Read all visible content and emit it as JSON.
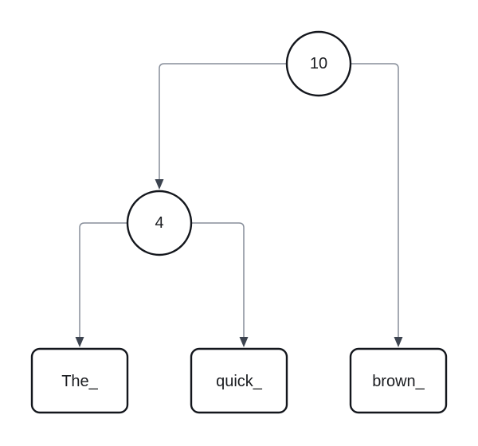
{
  "diagram": {
    "type": "tree",
    "background": "#ffffff",
    "colors": {
      "node_stroke": "#13161c",
      "node_fill": "#ffffff",
      "edge": "#878e9a",
      "arrowhead": "#3d4450",
      "label": "#1a1c20"
    },
    "nodes": [
      {
        "id": "node-10",
        "shape": "circle",
        "label": "10"
      },
      {
        "id": "node-4",
        "shape": "circle",
        "label": "4"
      },
      {
        "id": "leaf-the",
        "shape": "rectangle",
        "label": "The_"
      },
      {
        "id": "leaf-quick",
        "shape": "rectangle",
        "label": "quick_"
      },
      {
        "id": "leaf-brown",
        "shape": "rectangle",
        "label": "brown_"
      }
    ],
    "edges": [
      {
        "from": "10",
        "to": "4"
      },
      {
        "from": "10",
        "to": "brown_"
      },
      {
        "from": "4",
        "to": "The_"
      },
      {
        "from": "4",
        "to": "quick_"
      }
    ]
  }
}
